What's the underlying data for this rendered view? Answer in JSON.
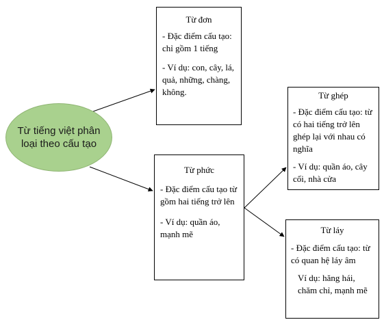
{
  "root": {
    "label": "Từ tiếng việt phân loại theo cấu tạo",
    "fill_color": "#a9d18e"
  },
  "nodes": {
    "tu_don": {
      "title": "Từ đơn",
      "line1": "- Đặc điểm cấu tạo: chỉ gồm 1 tiếng",
      "line2": "- Ví dụ: con, cây, lá, quả, những, chàng, không."
    },
    "tu_phuc": {
      "title": "Từ phức",
      "line1": "- Đặc điểm cấu tạo từ gồm hai tiếng trở lên",
      "line2": "- Ví dụ: quần áo, mạnh mẽ"
    },
    "tu_ghep": {
      "title": "Từ ghép",
      "line1": "- Đặc điểm cấu tạo: từ có hai tiếng trở lên ghép lại với nhau có nghĩa",
      "line2": "- Ví dụ: quần áo, cây cối, nhà cửa"
    },
    "tu_lay": {
      "title": "Từ láy",
      "line1": "- Đặc điểm cấu tạo: từ có quan hệ láy âm",
      "line2": "Ví dụ: hăng hái, chăm chỉ, mạnh mẽ"
    }
  }
}
